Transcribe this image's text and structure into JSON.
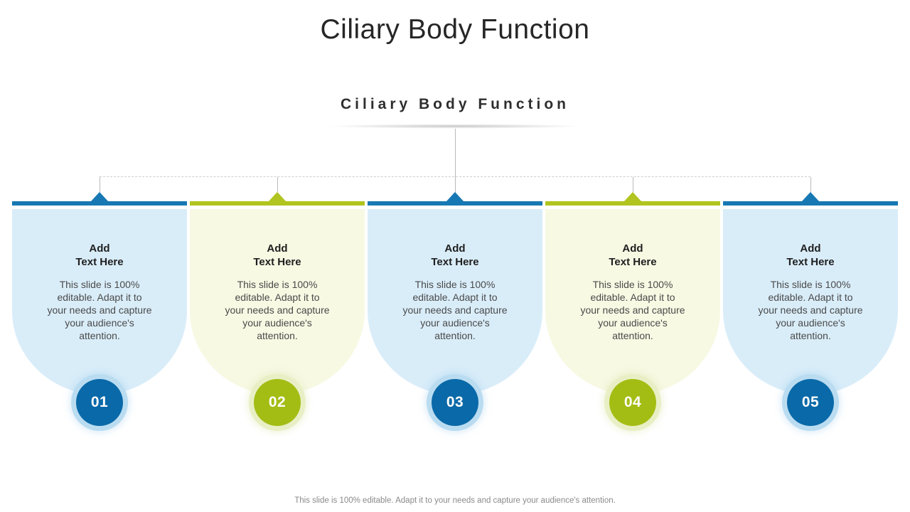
{
  "slide": {
    "title": "Ciliary Body Function",
    "subtitle": "Ciliary Body Function",
    "footer": "This slide is 100% editable. Adapt it to your needs and capture your audience's attention.",
    "colors": {
      "blue_bar": "#1878b3",
      "blue_circle": "#0a69a8",
      "blue_card_bg": "#d9edf9",
      "blue_halo": "#badcf1",
      "olive_bar": "#b1c41f",
      "olive_circle": "#a4bd14",
      "olive_card_bg": "#f7f9e3",
      "olive_halo": "#e9efc5"
    },
    "items": [
      {
        "number": "01",
        "theme": "blue",
        "heading_line1": "Add",
        "heading_line2": "Text Here",
        "body": "This slide is 100% editable. Adapt it to your needs and capture your audience's attention."
      },
      {
        "number": "02",
        "theme": "olive",
        "heading_line1": "Add",
        "heading_line2": "Text Here",
        "body": "This slide is 100% editable. Adapt it to your needs and capture your audience's attention."
      },
      {
        "number": "03",
        "theme": "blue",
        "heading_line1": "Add",
        "heading_line2": "Text Here",
        "body": "This slide is 100% editable. Adapt it to your needs and capture your audience's attention."
      },
      {
        "number": "04",
        "theme": "olive",
        "heading_line1": "Add",
        "heading_line2": "Text Here",
        "body": "This slide is 100% editable. Adapt it to your needs and capture your audience's attention."
      },
      {
        "number": "05",
        "theme": "blue",
        "heading_line1": "Add",
        "heading_line2": "Text Here",
        "body": "This slide is 100% editable. Adapt it to your needs and capture your audience's attention."
      }
    ]
  }
}
